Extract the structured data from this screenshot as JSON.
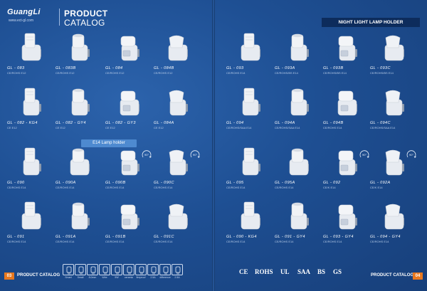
{
  "brand": {
    "name": "GuangLi",
    "url": "www.ect-gl.com"
  },
  "catalog": {
    "line1": "PRODUCT",
    "line2": "CATALOG"
  },
  "section_title": "NIGHT LIGHT LAMP HOLDER",
  "subsection": "E14 Lamp holder",
  "left_products": [
    {
      "model": "GL - 083",
      "cert": "CE/ROHS E12"
    },
    {
      "model": "GL - 083B",
      "cert": "CE/ROHS E12"
    },
    {
      "model": "GL - 084",
      "cert": "CE/ROHS E12"
    },
    {
      "model": "GL - 084B",
      "cert": "CE/ROHS E12"
    },
    {
      "model": "GL - 082 - KG4",
      "cert": "CE E12"
    },
    {
      "model": "GL - 082 - GY4",
      "cert": "CE E12"
    },
    {
      "model": "GL - 082 - GY3",
      "cert": "CE E12"
    },
    {
      "model": "GL - 084A",
      "cert": "CE E12"
    },
    {
      "model": "GL - 090",
      "cert": "CE/ROHS E14"
    },
    {
      "model": "GL - 090A",
      "cert": "CE/ROHS E14"
    },
    {
      "model": "GL - 090B",
      "cert": "CE/ROHS E14"
    },
    {
      "model": "GL - 090C",
      "cert": "CE/ROHS E14"
    },
    {
      "model": "GL - 091",
      "cert": "CE/ROHS E14"
    },
    {
      "model": "GL - 091A",
      "cert": "CE/ROHS E14"
    },
    {
      "model": "GL - 091B",
      "cert": "CE/ROHS E14"
    },
    {
      "model": "GL - 091C",
      "cert": "CE/ROHS E14"
    }
  ],
  "right_products": [
    {
      "model": "GL - 093",
      "cert": "CE/ROHS E14"
    },
    {
      "model": "GL - 093A",
      "cert": "CE/ROHS/BS E14"
    },
    {
      "model": "GL - 093B",
      "cert": "CE/ROHS/BS E14"
    },
    {
      "model": "GL - 093C",
      "cert": "CE/ROHS/BS E14"
    },
    {
      "model": "GL - 094",
      "cert": "CE/ROHS/SAA E14"
    },
    {
      "model": "GL - 094A",
      "cert": "CE/ROHS/SAA E14"
    },
    {
      "model": "GL - 094B",
      "cert": "CE/ROHS E14"
    },
    {
      "model": "GL - 094C",
      "cert": "CE/ROHS/SAA E14"
    },
    {
      "model": "GL - 095",
      "cert": "CE/ROHS E14"
    },
    {
      "model": "GL - 095A",
      "cert": "CE/ROHS E14"
    },
    {
      "model": "GL - 092",
      "cert": "CE/K E14"
    },
    {
      "model": "GL - 092A",
      "cert": "CE/K E14"
    },
    {
      "model": "GL - 090 - KG4",
      "cert": "CE/ROHS E14"
    },
    {
      "model": "GL - 091 - GY4",
      "cert": "CE/ROHS E14"
    },
    {
      "model": "GL - 093 - GY4",
      "cert": "CE/ROHS E14"
    },
    {
      "model": "GL - 094 - GY4",
      "cert": "CE/ROHS E14"
    }
  ],
  "rotate_label": "90°",
  "footer": {
    "left_page": "03",
    "left_label": "PRODUCT CATALOG",
    "right_page": "04",
    "right_label": "PRODUCT CATALOG",
    "feature_icons": [
      {
        "icon": "plug-icon",
        "label": "Smart"
      },
      {
        "icon": "plug-icon",
        "label": "Small"
      },
      {
        "icon": "switch-icon",
        "label": "8.0mm"
      },
      {
        "icon": "cord-icon",
        "label": "Wire"
      },
      {
        "icon": "voltage-icon",
        "label": "5W"
      },
      {
        "icon": "bulb-icon",
        "label": "ceramic"
      },
      {
        "icon": "lamp-icon",
        "label": "fireproof"
      },
      {
        "icon": "holder-icon",
        "label": "2.5A"
      },
      {
        "icon": "holder-icon",
        "label": "difference"
      },
      {
        "icon": "fuse-icon",
        "label": "2.5A"
      }
    ],
    "certs": [
      "CE",
      "ROHS",
      "UL",
      "SAA",
      "BS",
      "GS"
    ]
  }
}
